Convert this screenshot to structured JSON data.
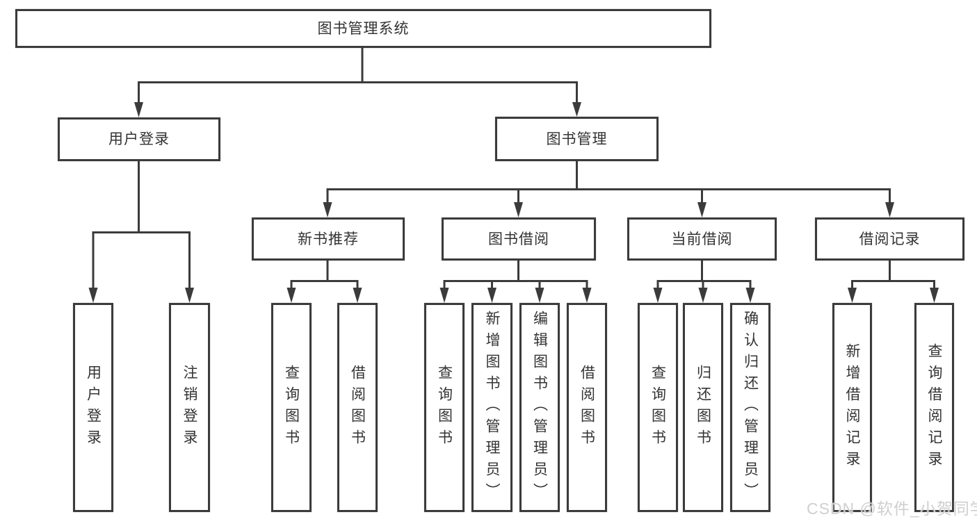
{
  "colors": {
    "line": "#3b3b3b",
    "text": "#333333",
    "watermark": "#cfcfcf",
    "background": "#ffffff"
  },
  "watermark": {
    "text": "CSDN @软件_小贺同学"
  },
  "tree": {
    "label": "图书管理系统",
    "children": [
      {
        "label": "用户登录",
        "children": [
          {
            "label": "用户登录"
          },
          {
            "label": "注销登录"
          }
        ]
      },
      {
        "label": "图书管理",
        "children": [
          {
            "label": "新书推荐",
            "children": [
              {
                "label": "查询图书"
              },
              {
                "label": "借阅图书"
              }
            ]
          },
          {
            "label": "图书借阅",
            "children": [
              {
                "label": "查询图书"
              },
              {
                "label": "新增图书（管理员）"
              },
              {
                "label": "编辑图书（管理员）"
              },
              {
                "label": "借阅图书"
              }
            ]
          },
          {
            "label": "当前借阅",
            "children": [
              {
                "label": "查询图书"
              },
              {
                "label": "归还图书"
              },
              {
                "label": "确认归还（管理员）"
              }
            ]
          },
          {
            "label": "借阅记录",
            "children": [
              {
                "label": "新增借阅记录"
              },
              {
                "label": "查询借阅记录"
              }
            ]
          }
        ]
      }
    ]
  }
}
